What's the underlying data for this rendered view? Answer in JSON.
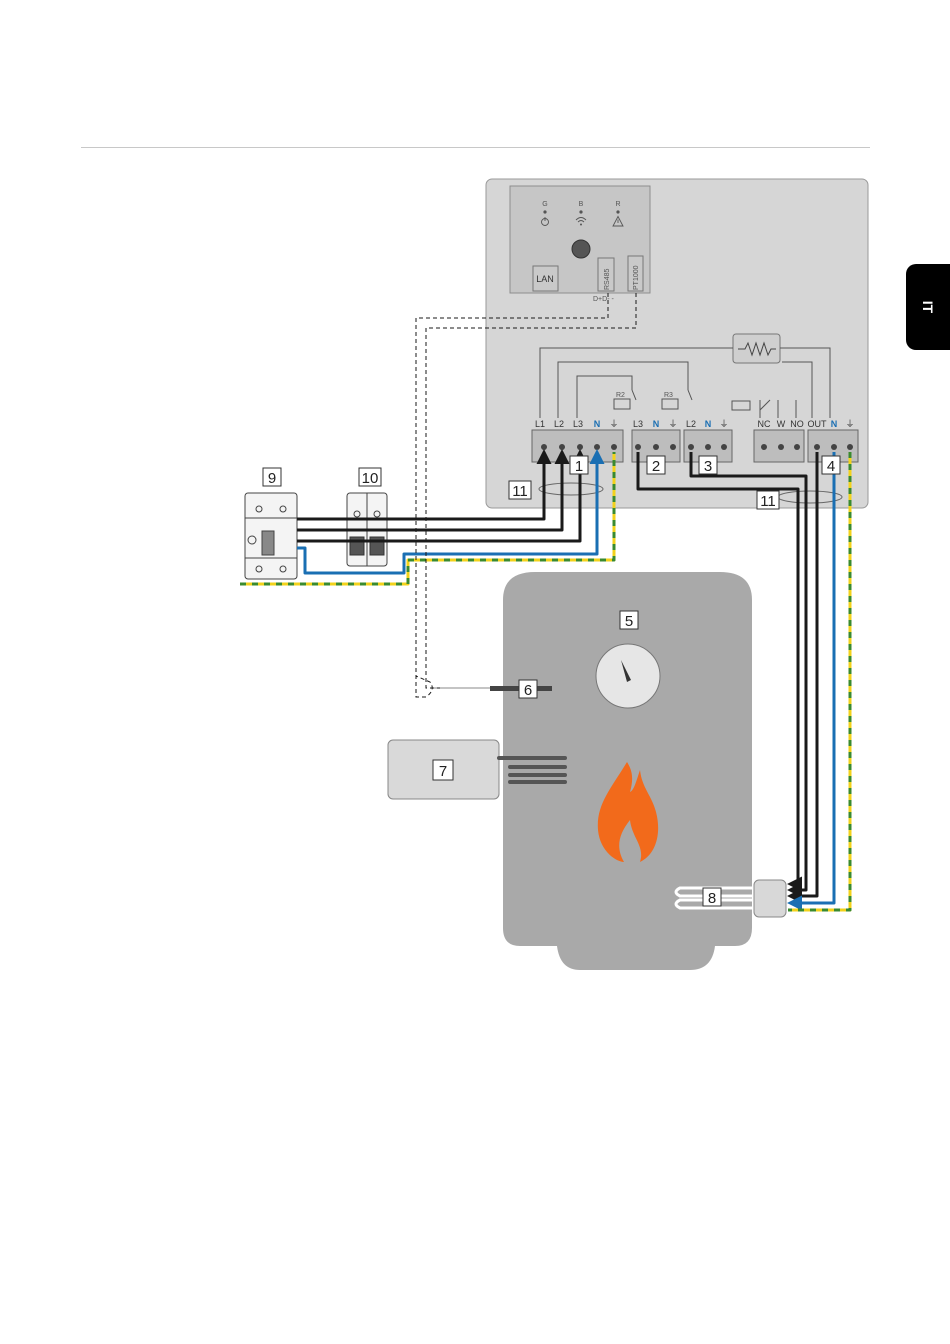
{
  "side_tab": {
    "label": "IT"
  },
  "status_leds": [
    {
      "letter": "G",
      "icon": "power-icon"
    },
    {
      "letter": "B",
      "icon": "wifi-icon"
    },
    {
      "letter": "R",
      "icon": "warning-icon"
    }
  ],
  "ports": {
    "lan": "LAN",
    "rs485": "RS485",
    "rs485_pins": "D+D- -",
    "pt1000": "PT1000"
  },
  "relays": {
    "r2": "R2",
    "r3": "R3"
  },
  "terminals": {
    "block1": [
      "L1",
      "L2",
      "L3",
      "N",
      "⏚"
    ],
    "block2": [
      "L3",
      "N",
      "⏚"
    ],
    "block3": [
      "L2",
      "N",
      "⏚"
    ],
    "relay_out": [
      "NC",
      "W",
      "NO"
    ],
    "block4": [
      "OUT",
      "N",
      "⏚"
    ]
  },
  "callouts": {
    "c1": "1",
    "c2": "2",
    "c3": "3",
    "c4": "4",
    "c5": "5",
    "c6": "6",
    "c7": "7",
    "c8": "8",
    "c9": "9",
    "c10": "10",
    "c11a": "11",
    "c11b": "11"
  },
  "colors": {
    "line": "#1a1a1a",
    "neutral": "#1a6fb3",
    "earth_green": "#3a8a2e",
    "earth_yellow": "#f2d21b",
    "device": "#d6d6d6",
    "tank": "#a9a9a9",
    "flame": "#f26a1b"
  }
}
